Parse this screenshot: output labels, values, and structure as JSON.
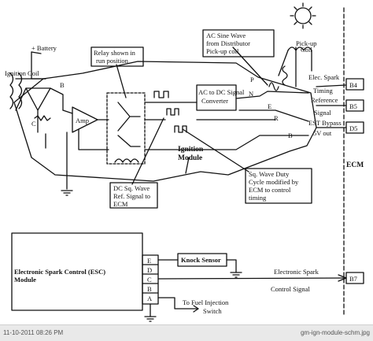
{
  "diagram": {
    "battery_label": "+ Battery",
    "ignition_coil_label": "Ignition Coil",
    "relay_label_1": "Relay shown in",
    "relay_label_2": "run position",
    "amp_label": "Amp",
    "ac_sine_1": "AC Sine Wave",
    "ac_sine_2": "from Distributor",
    "ac_sine_3": "Pick-up coil",
    "pickup_coil_1": "Pick-up",
    "pickup_coil_2": "Coil",
    "converter_1": "AC to DC Signal",
    "converter_2": "Converter",
    "ignition_module_1": "Ignition",
    "ignition_module_2": "Module",
    "dc_sq_1": "DC Sq. Wave",
    "dc_sq_2": "Ref. Signal to",
    "dc_sq_3": "ECM",
    "sq_duty_1": "Sq. Wave Duty",
    "sq_duty_2": "Cycle modified by",
    "sq_duty_3": "ECM to control",
    "sq_duty_4": "timing",
    "pin_b_coil": "B",
    "pin_c_coil": "C",
    "pin_p": "P",
    "pin_n": "N",
    "pin_e": "E",
    "pin_r": "R",
    "pin_b_bus": "B",
    "elec_spark_1": "Elec. Spark",
    "elec_spark_2": "Timing",
    "reference_1": "Reference",
    "reference_2": "Signal",
    "est_bypass_1": "EST Bypass",
    "est_bypass_2": "5V out",
    "term_b4": "B4",
    "term_b5": "B5",
    "term_d5": "D5",
    "term_b7": "B7",
    "ecm_label": "ECM",
    "esc_label_1": "Electronic Spark Control (ESC)",
    "esc_label_2": "Module",
    "esc_pin_e": "E",
    "esc_pin_d": "D",
    "esc_pin_c": "C",
    "esc_pin_b": "B",
    "esc_pin_a": "A",
    "knock_sensor_label": "Knock Sensor",
    "esc_signal_1": "Electronic Spark",
    "esc_signal_2": "Control Signal",
    "fuel_injection_1": "To Fuel Injection",
    "fuel_injection_2": "Switch"
  },
  "footer": {
    "timestamp": "11-10-2011 08:26 PM",
    "filename": "gm-ign-module-schm.jpg"
  }
}
